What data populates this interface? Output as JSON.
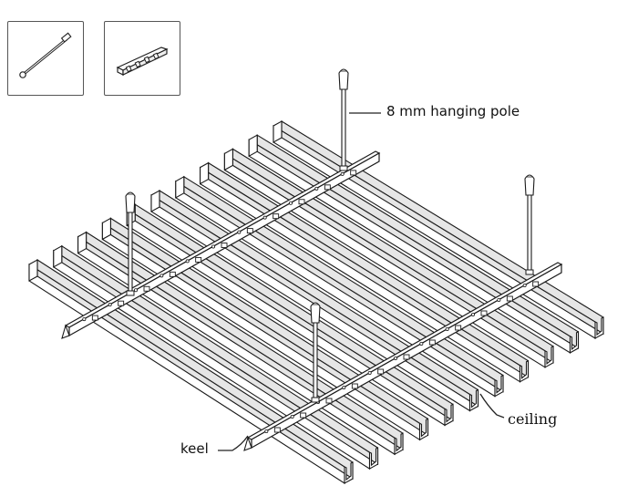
{
  "labels": {
    "hanging_pole": "8 mm hanging pole",
    "ceiling": "ceiling",
    "keel": "keel"
  },
  "legend_items": [
    {
      "icon": "hanging-pole-icon"
    },
    {
      "icon": "keel-clip-icon"
    }
  ],
  "colors": {
    "line": "#1a1a1a",
    "fill": "#ffffff",
    "shade": "#e6e6e6"
  }
}
